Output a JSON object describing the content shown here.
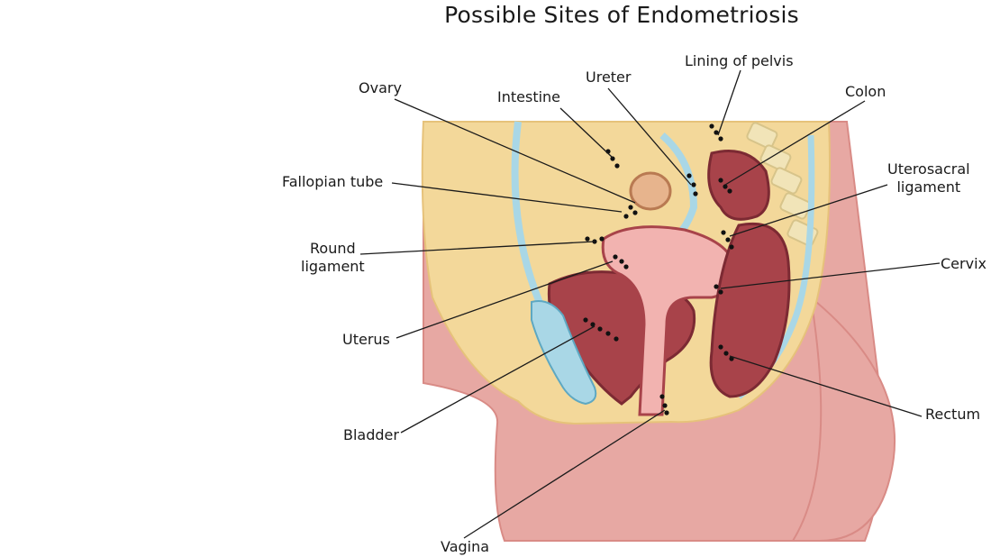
{
  "title": "Possible Sites of Endometriosis",
  "labels": {
    "ovary": "Ovary",
    "intestine": "Intestine",
    "ureter": "Ureter",
    "lining_of_pelvis": "Lining of pelvis",
    "colon": "Colon",
    "fallopian_tube": "Fallopian tube",
    "uterosacral_ligament_line1": "Uterosacral",
    "uterosacral_ligament_line2": "ligament",
    "round_ligament_line1": "Round",
    "round_ligament_line2": "ligament",
    "cervix": "Cervix",
    "uterus": "Uterus",
    "rectum": "Rectum",
    "bladder": "Bladder",
    "vagina": "Vagina"
  },
  "colors": {
    "skin": "#e7a8a3",
    "skin_dark": "#d98b86",
    "pelvis_fat": "#f3d89a",
    "organ_pink": "#f2b3b0",
    "organ_red": "#a8434a",
    "organ_dark": "#7c2a33",
    "ureter_blue": "#a9d7e6",
    "bone": "#f1e4b8",
    "lesion_dot": "#111111"
  }
}
